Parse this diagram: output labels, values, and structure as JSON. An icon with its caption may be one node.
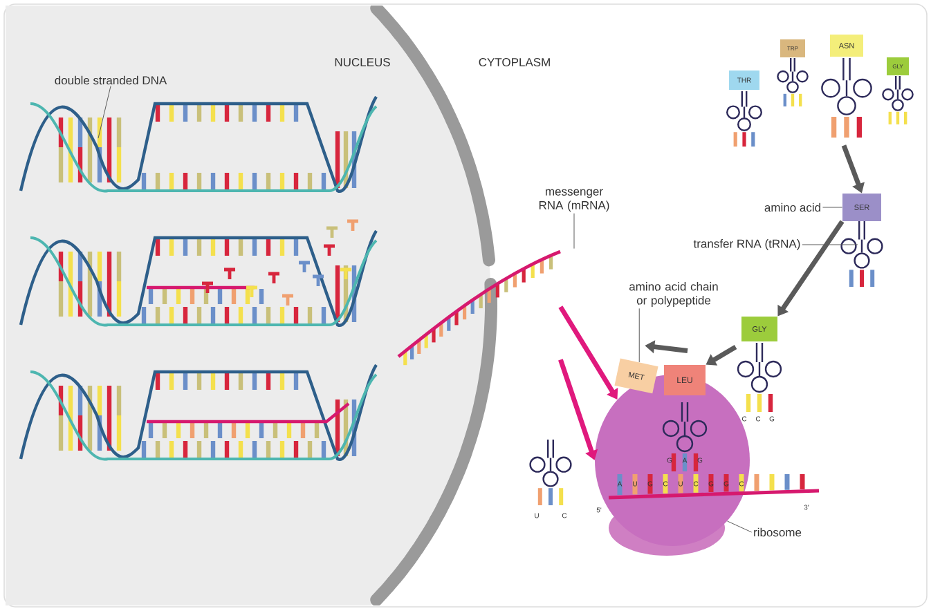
{
  "diagram": {
    "nodes": [
      {
        "text": [
          "NUCLEUS"
        ]
      },
      {
        "text": [
          "double stranded DNA"
        ],
        "in": 0
      },
      {
        "text": [
          "messenger RNA (mRNA)"
        ]
      },
      {
        "text": [],
        "shape": "picture"
      },
      {
        "text": [
          "THR"
        ]
      },
      {
        "text": [
          "TRP"
        ]
      },
      {
        "text": [
          "ASN"
        ]
      },
      {
        "text": [
          "GLY"
        ]
      },
      {
        "text": [
          "amino acid"
        ]
      },
      {
        "text": [
          "SER"
        ]
      },
      {
        "text": [
          "transfer RNA (tRNA)"
        ]
      },
      {
        "text": [
          "amino acid chain or polypeptide"
        ]
      },
      {
        "text": [
          "GLY"
        ]
      },
      {
        "text": [
          "MET"
        ]
      },
      {
        "text": [
          "LEU"
        ]
      },
      {
        "text": [],
        "shape": "picture"
      },
      {
        "text": [
          "ribosome"
        ]
      }
    ],
    "edges": [
      {
        "from": 1,
        "to": null,
        "arrow": "none"
      },
      {
        "from": 2,
        "to": 3,
        "arrow": "none"
      },
      {
        "from": 6,
        "to": 9,
        "arrow": "to",
        "style": "thick"
      },
      {
        "from": 8,
        "to": 9,
        "arrow": "none"
      },
      {
        "from": 10,
        "to": 9,
        "arrow": "none"
      },
      {
        "from": 9,
        "to": 12,
        "arrow": "to",
        "style": "thick"
      },
      {
        "from": 12,
        "to": 14,
        "arrow": "to",
        "style": "thick"
      },
      {
        "from": 14,
        "to": 13,
        "arrow": "to",
        "style": "thick"
      },
      {
        "from": 11,
        "to": 13,
        "arrow": "none"
      },
      {
        "from": 3,
        "to": 15,
        "arrow": "to",
        "style": "thick",
        "color": "#e0197d"
      },
      {
        "from": 3,
        "to": 15,
        "arrow": "to",
        "style": "thick",
        "color": "#e0197d"
      },
      {
        "from": 16,
        "to": 15,
        "arrow": "none"
      }
    ],
    "labels": [
      "CYTOPLASM",
      "C",
      "C",
      "G",
      "G",
      "A",
      "G",
      "5'",
      "A",
      "U",
      "G",
      "C",
      "U",
      "C",
      "G",
      "G",
      "C",
      "3'",
      "U",
      "C"
    ]
  }
}
